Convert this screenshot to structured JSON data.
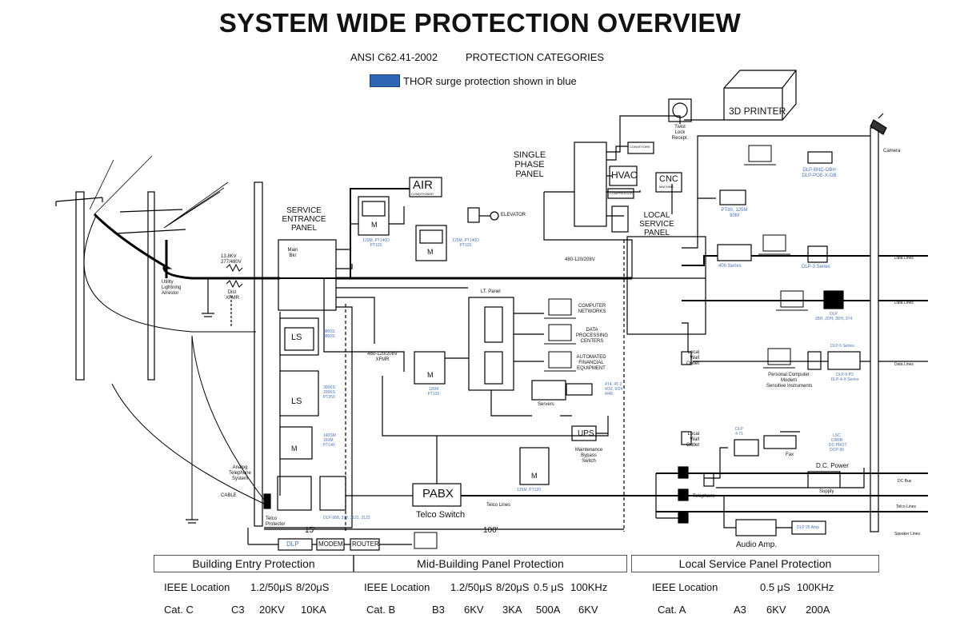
{
  "header": {
    "title": "SYSTEM WIDE PROTECTION OVERVIEW",
    "standard": "ANSI C62.41-2002",
    "categories": "PROTECTION CATEGORIES",
    "legend_text": "THOR surge protection shown in blue",
    "legend_color": "#2f66b3"
  },
  "labels": {
    "printer": "3D PRINTER",
    "air": "AIR",
    "air_sub": "CONDITIONER",
    "hvac": "HVAC",
    "cnc": "CNC",
    "cnc_sub": "MACHINE",
    "single_phase": [
      "SINGLE",
      "PHASE",
      "PANEL"
    ],
    "service_entrance": [
      "SERVICE",
      "ENTRANCE",
      "PANEL"
    ],
    "local_service": [
      "LOCAL",
      "SERVICE",
      "PANEL"
    ],
    "twist_lock": [
      "Twist",
      "Lock",
      "Recept."
    ],
    "elevator": "ELEVATOR",
    "camera": "Camera",
    "conveyors": "CONVEYORS",
    "compressor": "COMPRESSOR",
    "main_bkr": [
      "Main",
      "Bkr"
    ],
    "xfmr_in": [
      "13.8KV",
      "277/480V"
    ],
    "dist_xfmr": [
      "Dist",
      "XFMR"
    ],
    "utility_arrestor": [
      "Utility",
      "Lightning",
      "Arrestor"
    ],
    "xfmr_480": "480-120/208V",
    "xfmr_mid": [
      "480-120/208V",
      "XFMR"
    ],
    "lt_panel": "LT. Panel",
    "computer_networks": [
      "COMPUTER",
      "NETWORKS"
    ],
    "data_processing": [
      "DATA",
      "PROCESSING",
      "CENTERS"
    ],
    "automated_financial": [
      "AUTOMATED",
      "FINANCIAL",
      "EQUIPMENT"
    ],
    "servers": "Servers",
    "ups": "UPS",
    "maint_bypass": [
      "Maintenance",
      "Bypass",
      "Switch"
    ],
    "pabx": "PABX",
    "telco_switch": "Telco Switch",
    "telco_lines_mid": "Telco Lines",
    "telco_protector": [
      "Telco",
      "Protector"
    ],
    "analog_phone": [
      "Analog",
      "Telephone",
      "System"
    ],
    "cable": "CABLE",
    "dist_15": "15'",
    "dist_100": "100'",
    "dlp_box": "DLP",
    "modem": "MODEM",
    "router": "ROUTER",
    "local_wall_outlet": [
      "Local",
      "Wall",
      "Outlet"
    ],
    "personal_computer": [
      "Personal Computer",
      "Modem",
      "Sensitive Instruments"
    ],
    "fax": "Fax",
    "telephone": "Telephone",
    "dc_power": "D.C. Power",
    "supply": "Supply",
    "audio_amp": "Audio Amp.",
    "data_lines": "Data Lines",
    "dc_bus": "DC Bus",
    "telco_lines_right": "Telco Lines",
    "speaker_lines": "Speaker Lines",
    "ls": "LS",
    "m": "M"
  },
  "blue_labels": {
    "dlp_bnc": [
      "DLP-BNC-OBH",
      "DLP-POE-X-GB"
    ],
    "pt80": [
      "PT80, 125M",
      "90M"
    ],
    "series_400": "400 Series",
    "dlp3_series": "DLP-3 Series",
    "dlp_1bh": [
      "DLP",
      "1BH, 2DH, 3DH, 3T4"
    ],
    "dlp_row1": "DLP-5 Series",
    "dlp_row2": [
      "DLP-5 P2",
      "DLP-4-X Series"
    ],
    "dlp_471": [
      "DLP",
      "4 71"
    ],
    "dc_prot": [
      "LSC",
      "CRRB",
      "DC PROT",
      "DCP-90"
    ],
    "m_top1": [
      "120M, PT140D",
      "PT120"
    ],
    "m_top2": [
      "125M, PT140D",
      "PT120"
    ],
    "ls1": [
      "8800S",
      "4800S"
    ],
    "ls2": [
      "300KS",
      "200KS",
      "PT250"
    ],
    "m_left": [
      "140SM",
      "150M",
      "PT140"
    ],
    "m_mid": [
      "125M",
      "PT120"
    ],
    "ups_m": "125M, PT120",
    "dlp_bottom": "DLP-368, 378, 3121, 3122",
    "dlp_series_mid": [
      "4T4, 4T-2",
      "4/32, 6/24",
      "4/48"
    ],
    "dlp_25": "DLP 25 Amp"
  },
  "sections": [
    {
      "name": "Building Entry Protection",
      "row1": [
        "IEEE Location",
        "1.2/50μS",
        "8/20μS"
      ],
      "row2": [
        "Cat. C",
        "C3",
        "20KV",
        "10KA"
      ]
    },
    {
      "name": "Mid-Building Panel Protection",
      "row1": [
        "IEEE Location",
        "1.2/50μS",
        "8/20μS",
        "0.5 μS",
        "100KHz"
      ],
      "row2": [
        "Cat. B",
        "B3",
        "6KV",
        "3KA",
        "500A",
        "6KV"
      ]
    },
    {
      "name": "Local Service Panel Protection",
      "row1": [
        "IEEE Location",
        "0.5 μS",
        "100KHz"
      ],
      "row2": [
        "Cat. A",
        "A3",
        "6KV",
        "200A"
      ]
    }
  ]
}
